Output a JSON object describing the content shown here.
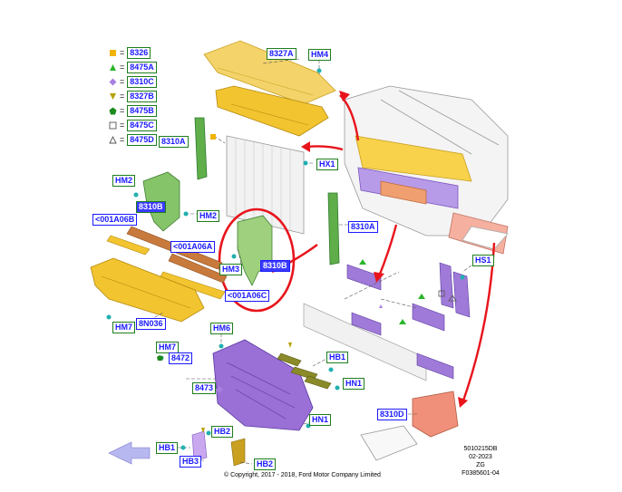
{
  "legend": [
    {
      "code": "8326",
      "shape": "square",
      "color": "#f0b400"
    },
    {
      "code": "8475A",
      "shape": "triangle-up",
      "color": "#2bb52b"
    },
    {
      "code": "8310C",
      "shape": "diamond",
      "color": "#a97fe0"
    },
    {
      "code": "8327B",
      "shape": "triangle-down",
      "color": "#b5a000"
    },
    {
      "code": "8475B",
      "shape": "pentagon",
      "color": "#1d8a1d"
    },
    {
      "code": "8475C",
      "shape": "square-outline",
      "color": "#555555"
    },
    {
      "code": "8475D",
      "shape": "triangle-outline",
      "color": "#555555"
    }
  ],
  "legend_equals": "=",
  "callouts": {
    "c8327A": "8327A",
    "cHM4": "HM4",
    "c8310A_left": "8310A",
    "cHX1": "HX1",
    "cHM2_top": "HM2",
    "c8310B_left": "8310B",
    "cHM2_right": "HM2",
    "c001A06B": "<001A06B",
    "c001A06A": "<001A06A",
    "cHM3": "HM3",
    "c8310B_center": "8310B",
    "c8310A_right": "8310A",
    "c001A06C": "<001A06C",
    "cHM7_bottom": "HM7",
    "c8N036": "8N036",
    "cHM6": "HM6",
    "cHM7_mid": "HM7",
    "c8472": "8472",
    "c8473": "8473",
    "cHB1_top": "HB1",
    "cHN1_top": "HN1",
    "cHN1_bottom": "HN1",
    "cHB2_top": "HB2",
    "cHB1_bottom": "HB1",
    "cHB2_bottom": "HB2",
    "cHB3": "HB3",
    "cHS1": "HS1",
    "c8310D": "8310D"
  },
  "drawing_codes": [
    "5010215DB",
    "02-2023",
    "ZG",
    "F0385601-04"
  ],
  "copyright": "© Copyright, 2017 - 2018, Ford Motor Company Limited",
  "colors": {
    "yellow_part": "#f2c430",
    "green_part": "#86c46a",
    "purple_part": "#9a6fd6",
    "brown_part": "#c87a3c",
    "olive_part": "#8a8a2a",
    "salmon_part": "#f1907a",
    "highlight_red": "#e8141c",
    "callout_blue": "#1a1aff"
  }
}
